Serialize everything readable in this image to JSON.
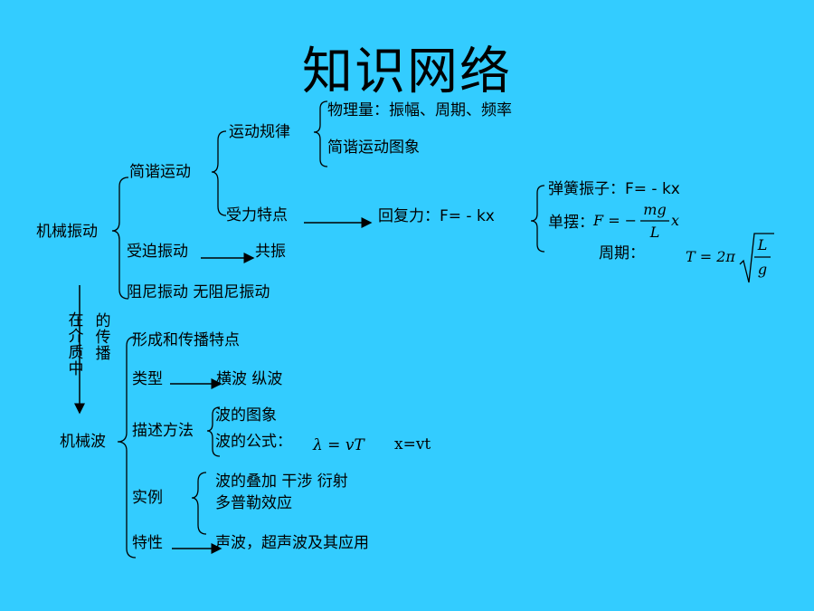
{
  "title": "知识网络",
  "mechanical_vibration": {
    "root": "机械振动",
    "shm": "简谐运动",
    "motion_law": "运动规律",
    "physical_quantities": "物理量：振幅、周期、频率",
    "shm_graph": "简谐运动图象",
    "force_feature": "受力特点",
    "restoring_force": "回复力：F= - kx",
    "spring_oscillator": "弹簧振子：F= - kx",
    "pendulum_label": "单摆：",
    "pendulum_formula": {
      "lhs": "F = −",
      "num": "mg",
      "den": "L",
      "tail": "x"
    },
    "period_label": "周期：",
    "period_formula": {
      "lhs": "T = 2π",
      "num": "L",
      "den": "g"
    },
    "forced": "受迫振动",
    "resonance": "共振",
    "damped": "阻尼振动 无阻尼振动"
  },
  "propagation": {
    "col1": [
      "在",
      "介",
      "质",
      "中"
    ],
    "col2": [
      "的",
      "传",
      "播"
    ]
  },
  "mechanical_wave": {
    "root": "机械波",
    "formation": "形成和传播特点",
    "types_label": "类型",
    "types_value": "横波  纵波",
    "description_label": "描述方法",
    "wave_graph": "波的图象",
    "wave_formula_label": "波的公式：",
    "wave_formula": "λ = vT",
    "wave_formula2": "x=vt",
    "examples_label": "实例",
    "example1": "波的叠加 干涉 衍射",
    "example2": "多普勒效应",
    "properties_label": "特性",
    "properties_value": "声波，超声波及其应用"
  }
}
